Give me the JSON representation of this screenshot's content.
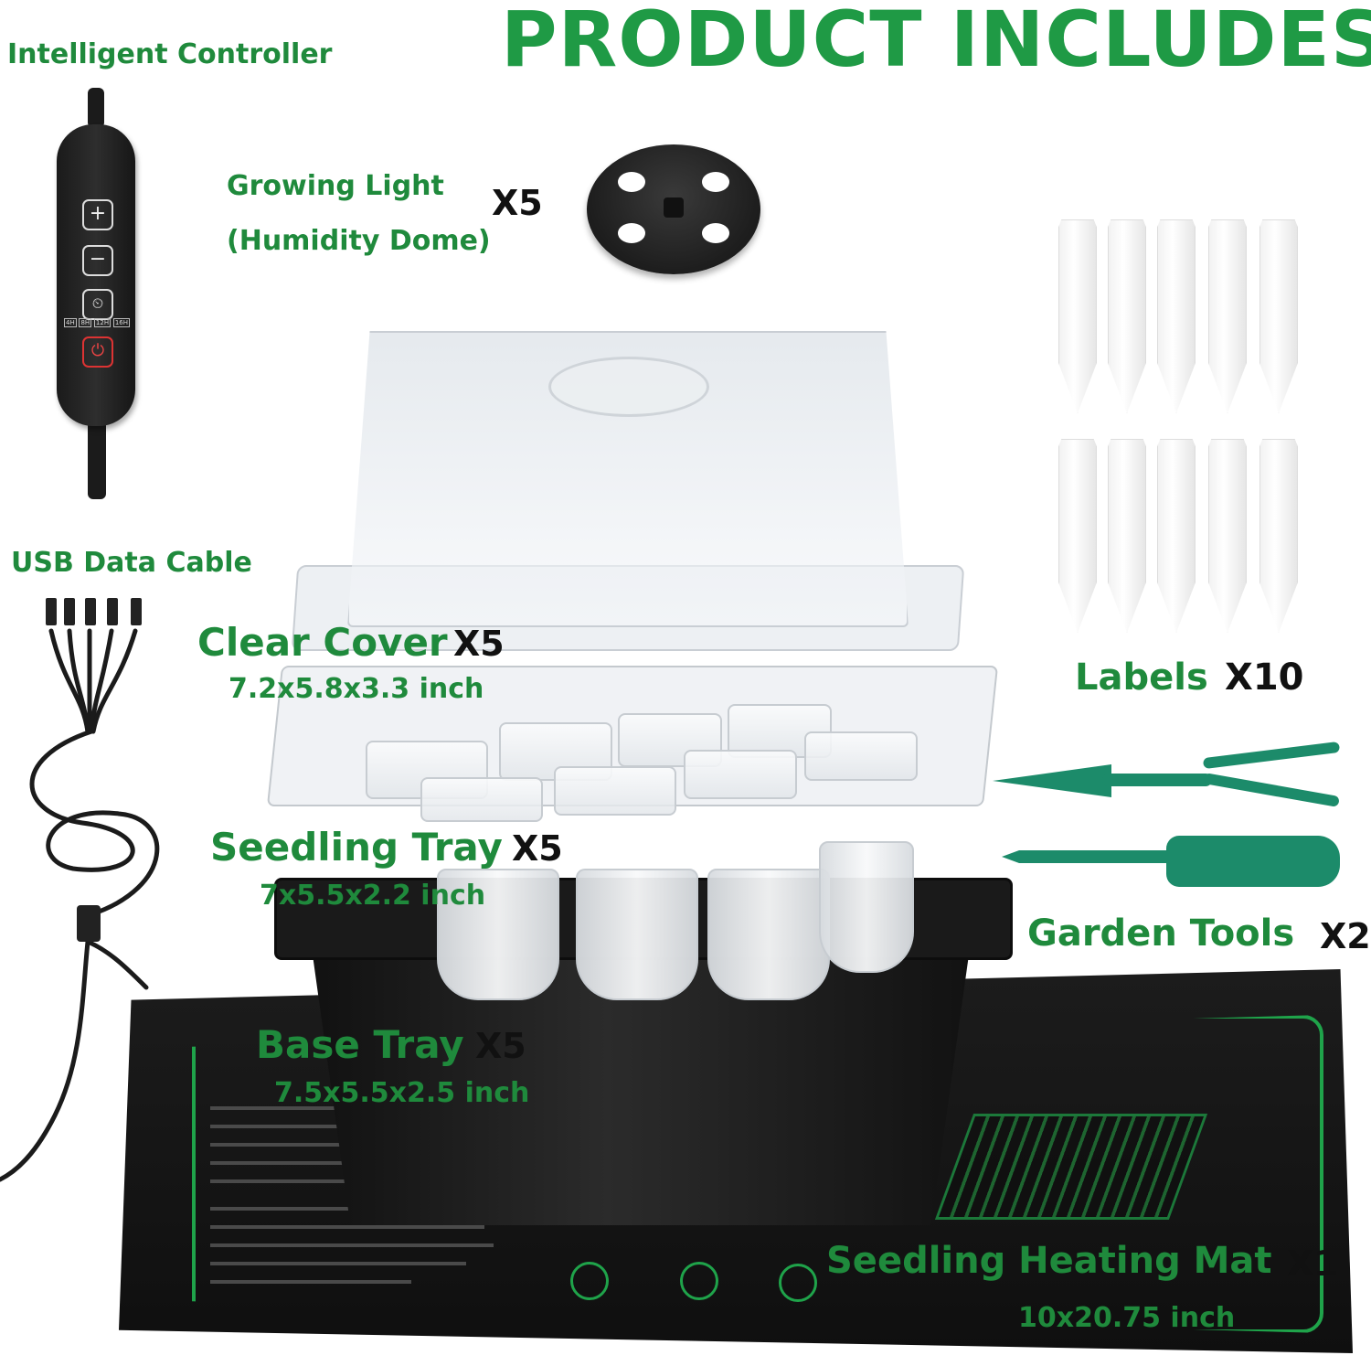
{
  "title": "PRODUCT INCLUDES",
  "items": {
    "controller": {
      "label": "Intelligent Controller",
      "timer_options": [
        "4H",
        "8H",
        "12H",
        "16H"
      ]
    },
    "growing_light": {
      "label_line1": "Growing Light",
      "label_line2": "(Humidity Dome)",
      "qty": "X5"
    },
    "labels": {
      "label": "Labels",
      "qty": "X10"
    },
    "usb_cable": {
      "label": "USB Data Cable"
    },
    "clear_cover": {
      "label": "Clear Cover",
      "qty": "X5",
      "size": "7.2x5.8x3.3 inch"
    },
    "seedling_tray": {
      "label": "Seedling Tray",
      "qty": "X5",
      "size": "7x5.5x2.2 inch"
    },
    "garden_tools": {
      "label": "Garden Tools",
      "qty": "X2"
    },
    "base_tray": {
      "label": "Base Tray",
      "qty": "X5",
      "size": "7.5x5.5x2.5 inch"
    },
    "heating_mat": {
      "label": "Seedling Heating Mat",
      "qty": "X1",
      "size": "10x20.75 inch"
    }
  },
  "colors": {
    "accent_green": "#1f8a3c",
    "title_green": "#1f9a45",
    "text_black": "#111111"
  }
}
